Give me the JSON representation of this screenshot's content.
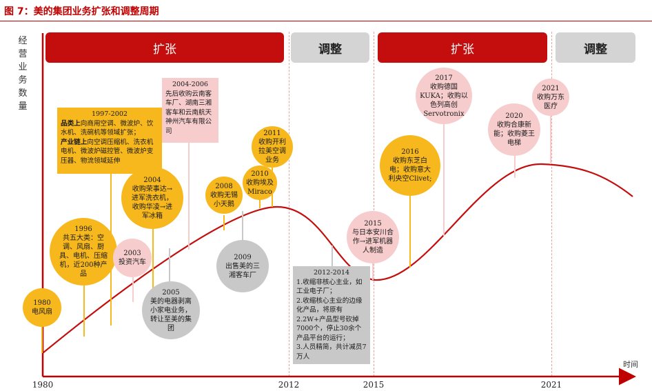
{
  "figure_title": "图 7：美的集团业务扩张和调整周期",
  "y_axis_label": "经营业务数量",
  "x_axis_label": "时间",
  "x_ticks": [
    "1980",
    "2012",
    "2015",
    "2021"
  ],
  "phases": [
    {
      "label": "扩张",
      "type": "expand"
    },
    {
      "label": "调整",
      "type": "adjust"
    },
    {
      "label": "扩张",
      "type": "expand"
    },
    {
      "label": "调整",
      "type": "adjust"
    }
  ],
  "events": {
    "e1980": {
      "year": "1980",
      "text": "电风扇"
    },
    "e1996": {
      "year": "1996",
      "text": "共五大类：空调、风扇、厨具、电机、压缩机，近200种产品"
    },
    "e2003": {
      "year": "2003",
      "text": "投资汽车"
    },
    "e2004": {
      "year": "2004",
      "text": "收购荣事达→进军洗衣机，收购华凌→进军冰箱"
    },
    "e2005": {
      "year": "2005",
      "text": "美的电器剥离小家电业务，转让至美的集团"
    },
    "e2008": {
      "year": "2008",
      "text": "收购无锡小天鹅"
    },
    "e2009": {
      "year": "2009",
      "text": "出售美的三湘客车厂"
    },
    "e2010": {
      "year": "2010",
      "text": "收购埃及Miraco"
    },
    "e2011": {
      "year": "2011",
      "text": "收购开利拉美空调业务"
    },
    "e2015": {
      "year": "2015",
      "text": "与日本安川合作→进军机器人制造"
    },
    "e2016": {
      "year": "2016",
      "text": "收购东芝白电；收购意大利央空Clivet;"
    },
    "e2017": {
      "year": "2017",
      "text": "收购德国KUKA；收购以色列高创Servotronix"
    },
    "e2020": {
      "year": "2020",
      "text": "收购合康新能；收购菱王电梯"
    },
    "e2021": {
      "year": "2021",
      "text": "收购万东医疗"
    },
    "e1997": {
      "year": "1997-2002",
      "l1_bold": "品类上",
      "l1_text": "向商用空调、微波炉、饮水机、洗碗机等领域扩张；",
      "l2_bold": "产业链上",
      "l2_text": "向空调压缩机、洗衣机电机、微波炉磁控管、微波炉变压器、物流领域延伸"
    },
    "e2004_06": {
      "year": "2004-2006",
      "text": "先后收购云南客车厂、湖南三湘客车和云南航天神州汽车有限公司"
    },
    "e2012_14": {
      "year": "2012-2014",
      "lines": [
        "1.收缩非核心主业，如工业电子厂；",
        "2.收缩核心主业的边缘化产品，将原有2.2W+产品型号砍掉7000个，停止30余个产品平台的运行；",
        "3.人员精简，共计减员7万人"
      ]
    }
  },
  "colors": {
    "accent_red": "#c00000",
    "expand_bar": "#c40d0d",
    "adjust_bar": "#d4d4d4",
    "event_yellow": "#f6b81c",
    "event_pink": "#f7cccd",
    "event_gray": "#c8c8c8"
  }
}
